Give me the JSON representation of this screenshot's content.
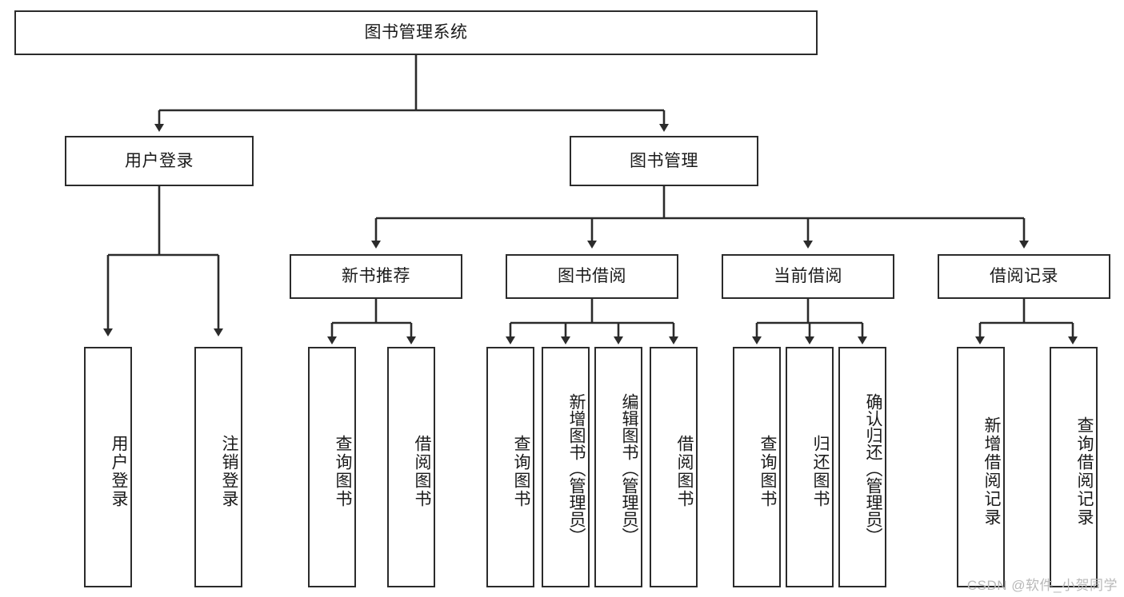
{
  "diagram": {
    "type": "tree-hierarchy-flowchart",
    "title": "图书管理系统",
    "colors": {
      "stroke": "#2b2b2b",
      "fill": "#ffffff",
      "text": "#1a1a1a",
      "watermark": "#b9b9b9"
    },
    "root": {
      "label": "图书管理系统"
    },
    "level2": [
      {
        "label": "用户登录"
      },
      {
        "label": "图书管理"
      }
    ],
    "level3": [
      {
        "label": "新书推荐"
      },
      {
        "label": "图书借阅"
      },
      {
        "label": "当前借阅"
      },
      {
        "label": "借阅记录"
      }
    ],
    "leaves": {
      "user_login": [
        {
          "label": "用户登录"
        },
        {
          "label": "注销登录"
        }
      ],
      "new_book_recommend": [
        {
          "label": "查询图书"
        },
        {
          "label": "借阅图书"
        }
      ],
      "book_borrow": [
        {
          "label": "查询图书"
        },
        {
          "label": "新增图书（管理员）"
        },
        {
          "label": "编辑图书（管理员）"
        },
        {
          "label": "借阅图书"
        }
      ],
      "current_borrow": [
        {
          "label": "查询图书"
        },
        {
          "label": "归还图书"
        },
        {
          "label": "确认归还（管理员）"
        }
      ],
      "borrow_record": [
        {
          "label": "新增借阅记录"
        },
        {
          "label": "查询借阅记录"
        }
      ]
    }
  },
  "watermark": {
    "text": "CSDN @软件_小贺同学"
  }
}
